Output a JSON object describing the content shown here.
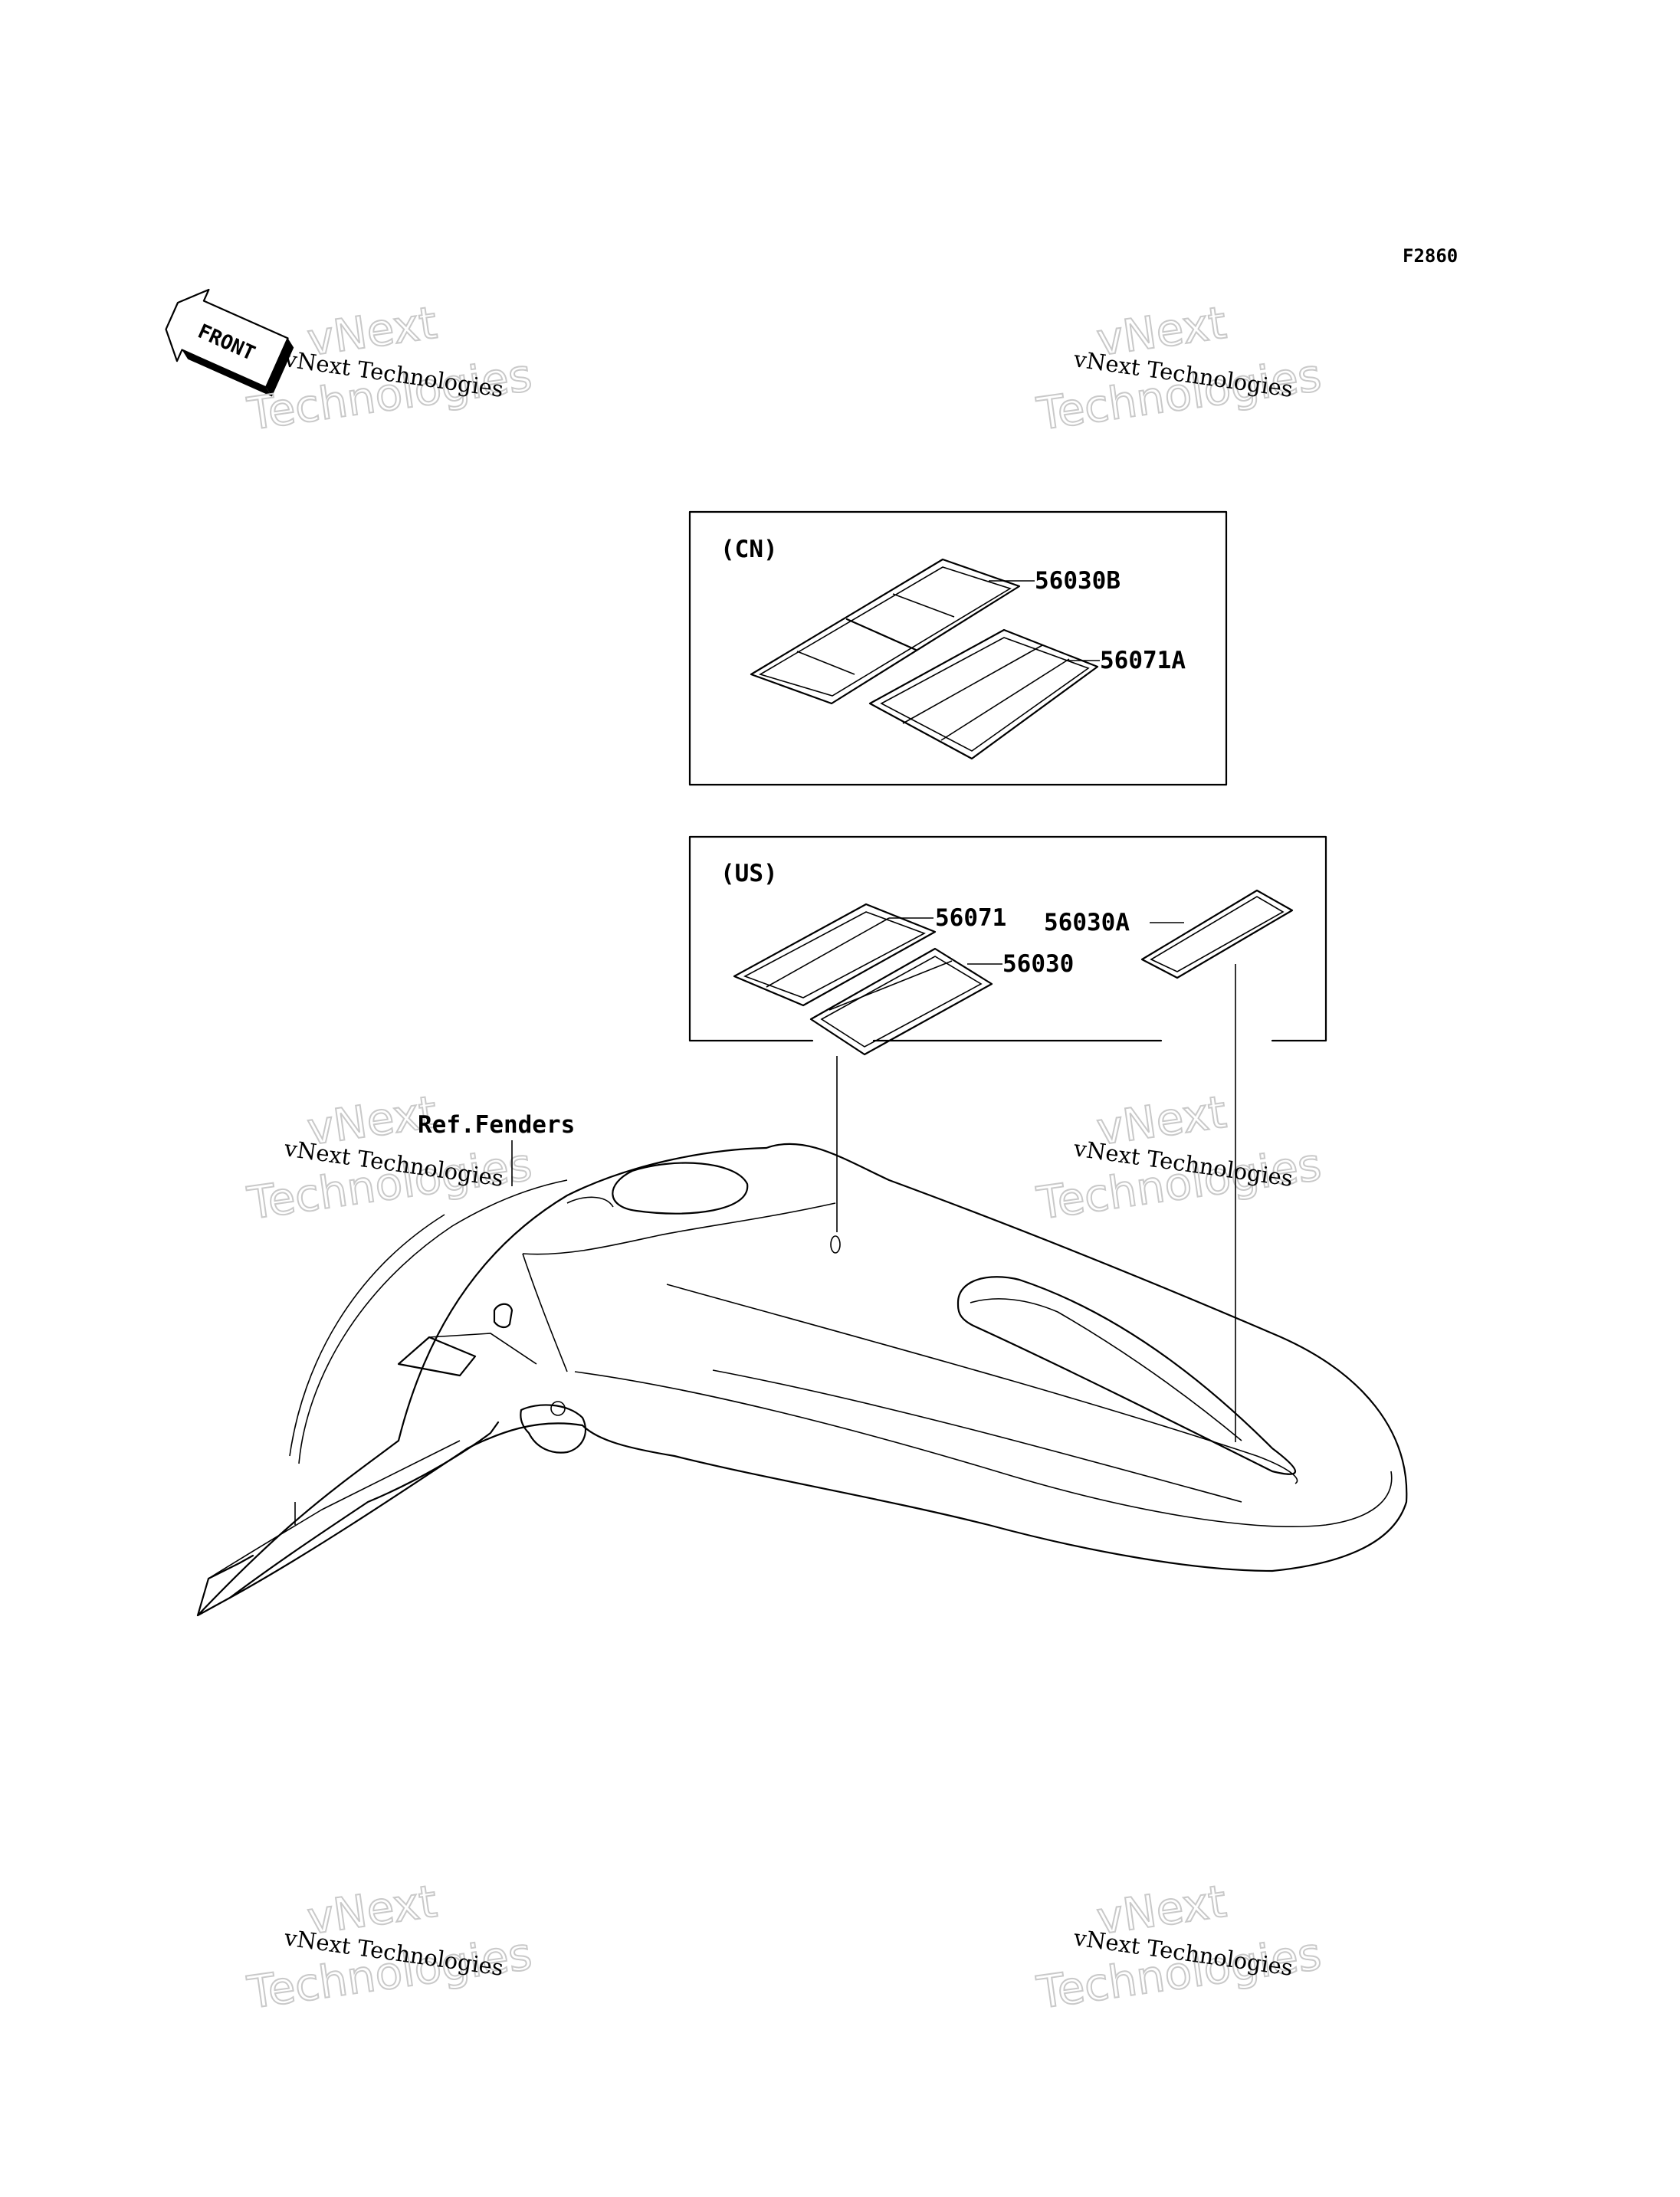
{
  "figure_code": "F2860",
  "front_label": "FRONT",
  "reference_label": "Ref.Fenders",
  "cn_box": {
    "region": "(CN)",
    "parts": [
      "56030B",
      "56071A"
    ]
  },
  "us_box": {
    "region": "(US)",
    "parts": [
      "56071",
      "56030",
      "56030A"
    ]
  },
  "watermark": {
    "line": "vNext Technologies",
    "word1": "vNext",
    "word2": "Technologies"
  },
  "colors": {
    "ink": "#000000",
    "watermark_outline": "#c9c9c9",
    "background": "#ffffff"
  }
}
